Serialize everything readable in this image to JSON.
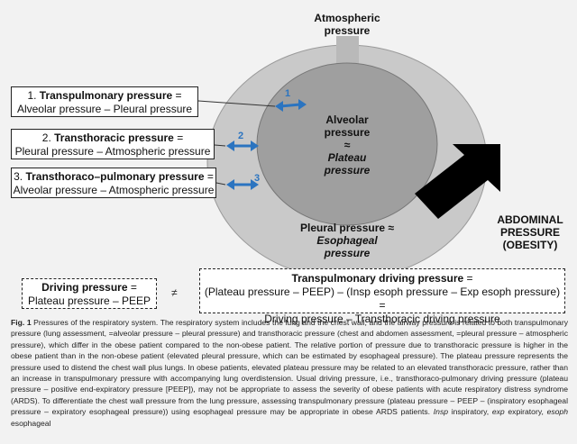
{
  "labels": {
    "atmospheric_1": "Atmospheric",
    "atmospheric_2": "pressure",
    "alveolar_1": "Alveolar",
    "alveolar_2": "pressure",
    "approx": "≈",
    "plateau_1": "Plateau",
    "plateau_2": "pressure",
    "pleural_1": "Pleural pressure ≈",
    "esoph_1": "Esophageal",
    "esoph_2": "pressure",
    "abdominal_1": "ABDOMINAL",
    "abdominal_2": "PRESSURE",
    "abdominal_3": "(OBESITY)"
  },
  "arrow_numbers": [
    "1",
    "2",
    "3"
  ],
  "boxes": [
    {
      "prefix": "1. ",
      "name": "Transpulmonary pressure",
      "suffix": " =",
      "line2": "Alveolar pressure – Pleural pressure"
    },
    {
      "prefix": "2. ",
      "name": "Transthoracic pressure",
      "suffix": " =",
      "line2": "Pleural pressure – Atmospheric pressure"
    },
    {
      "prefix": "3. ",
      "name": "Transthoraco–pulmonary pressure",
      "suffix": " =",
      "line2": "Alveolar pressure – Atmospheric pressure"
    }
  ],
  "driving_box": {
    "name": "Driving pressure",
    "suffix": " =",
    "line2": "Plateau pressure – PEEP"
  },
  "not_equal": "≠",
  "tp_driving_box": {
    "name": "Transpulmonary driving pressure",
    "suffix": " =",
    "line2": "(Plateau pressure – PEEP) – (Insp esoph pressure – Exp esoph pressure) =",
    "line3": "Driving pressure – Transthoracic driving pressure"
  },
  "caption": {
    "head": "Fig. 1",
    "body": " Pressures of the respiratory system. The respiratory system includes the lung and the chest wall, and the airway pressure is related to both transpulmonary pressure (lung assessment, =alveolar pressure – pleural pressure) and transthoracic pressure (chest and abdomen assessment, =pleural pressure – atmospheric pressure), which differ in the obese patient compared to the non-obese patient. The relative portion of pressure due to transthoracic pressure is higher in the obese patient than in the non-obese patient (elevated pleural pressure, which can be estimated by esophageal pressure). The plateau pressure represents the pressure used to distend the chest wall plus lungs. In obese patients, elevated plateau pressure may be related to an elevated transthoracic pressure, rather than an increase in transpulmonary pressure with accompanying lung overdistension. Usual driving pressure, i.e., transthoraco-pulmonary driving pressure (plateau pressure – positive end-expiratory pressure [PEEP]), may not be appropriate to assess the severity of obese patients with acute respiratory distress syndrome (ARDS). To differentiate the chest wall pressure from the lung pressure, assessing transpulmonary pressure (plateau pressure – PEEP – (inspiratory esophageal pressure – expiratory esophageal pressure)) using esophageal pressure may be appropriate in obese ARDS patients. ",
    "abbr": [
      {
        "term": "Insp",
        "def": " inspiratory, "
      },
      {
        "term": "exp",
        "def": " expiratory, "
      },
      {
        "term": "esoph",
        "def": " esophageal"
      }
    ]
  },
  "colors": {
    "outer_circle": "#c9c9c9",
    "inner_circle": "#9f9f9f",
    "airway": "#b9b9b9",
    "arrow_blue": "#2b74c0",
    "abdominal_arrow": "#000000"
  }
}
